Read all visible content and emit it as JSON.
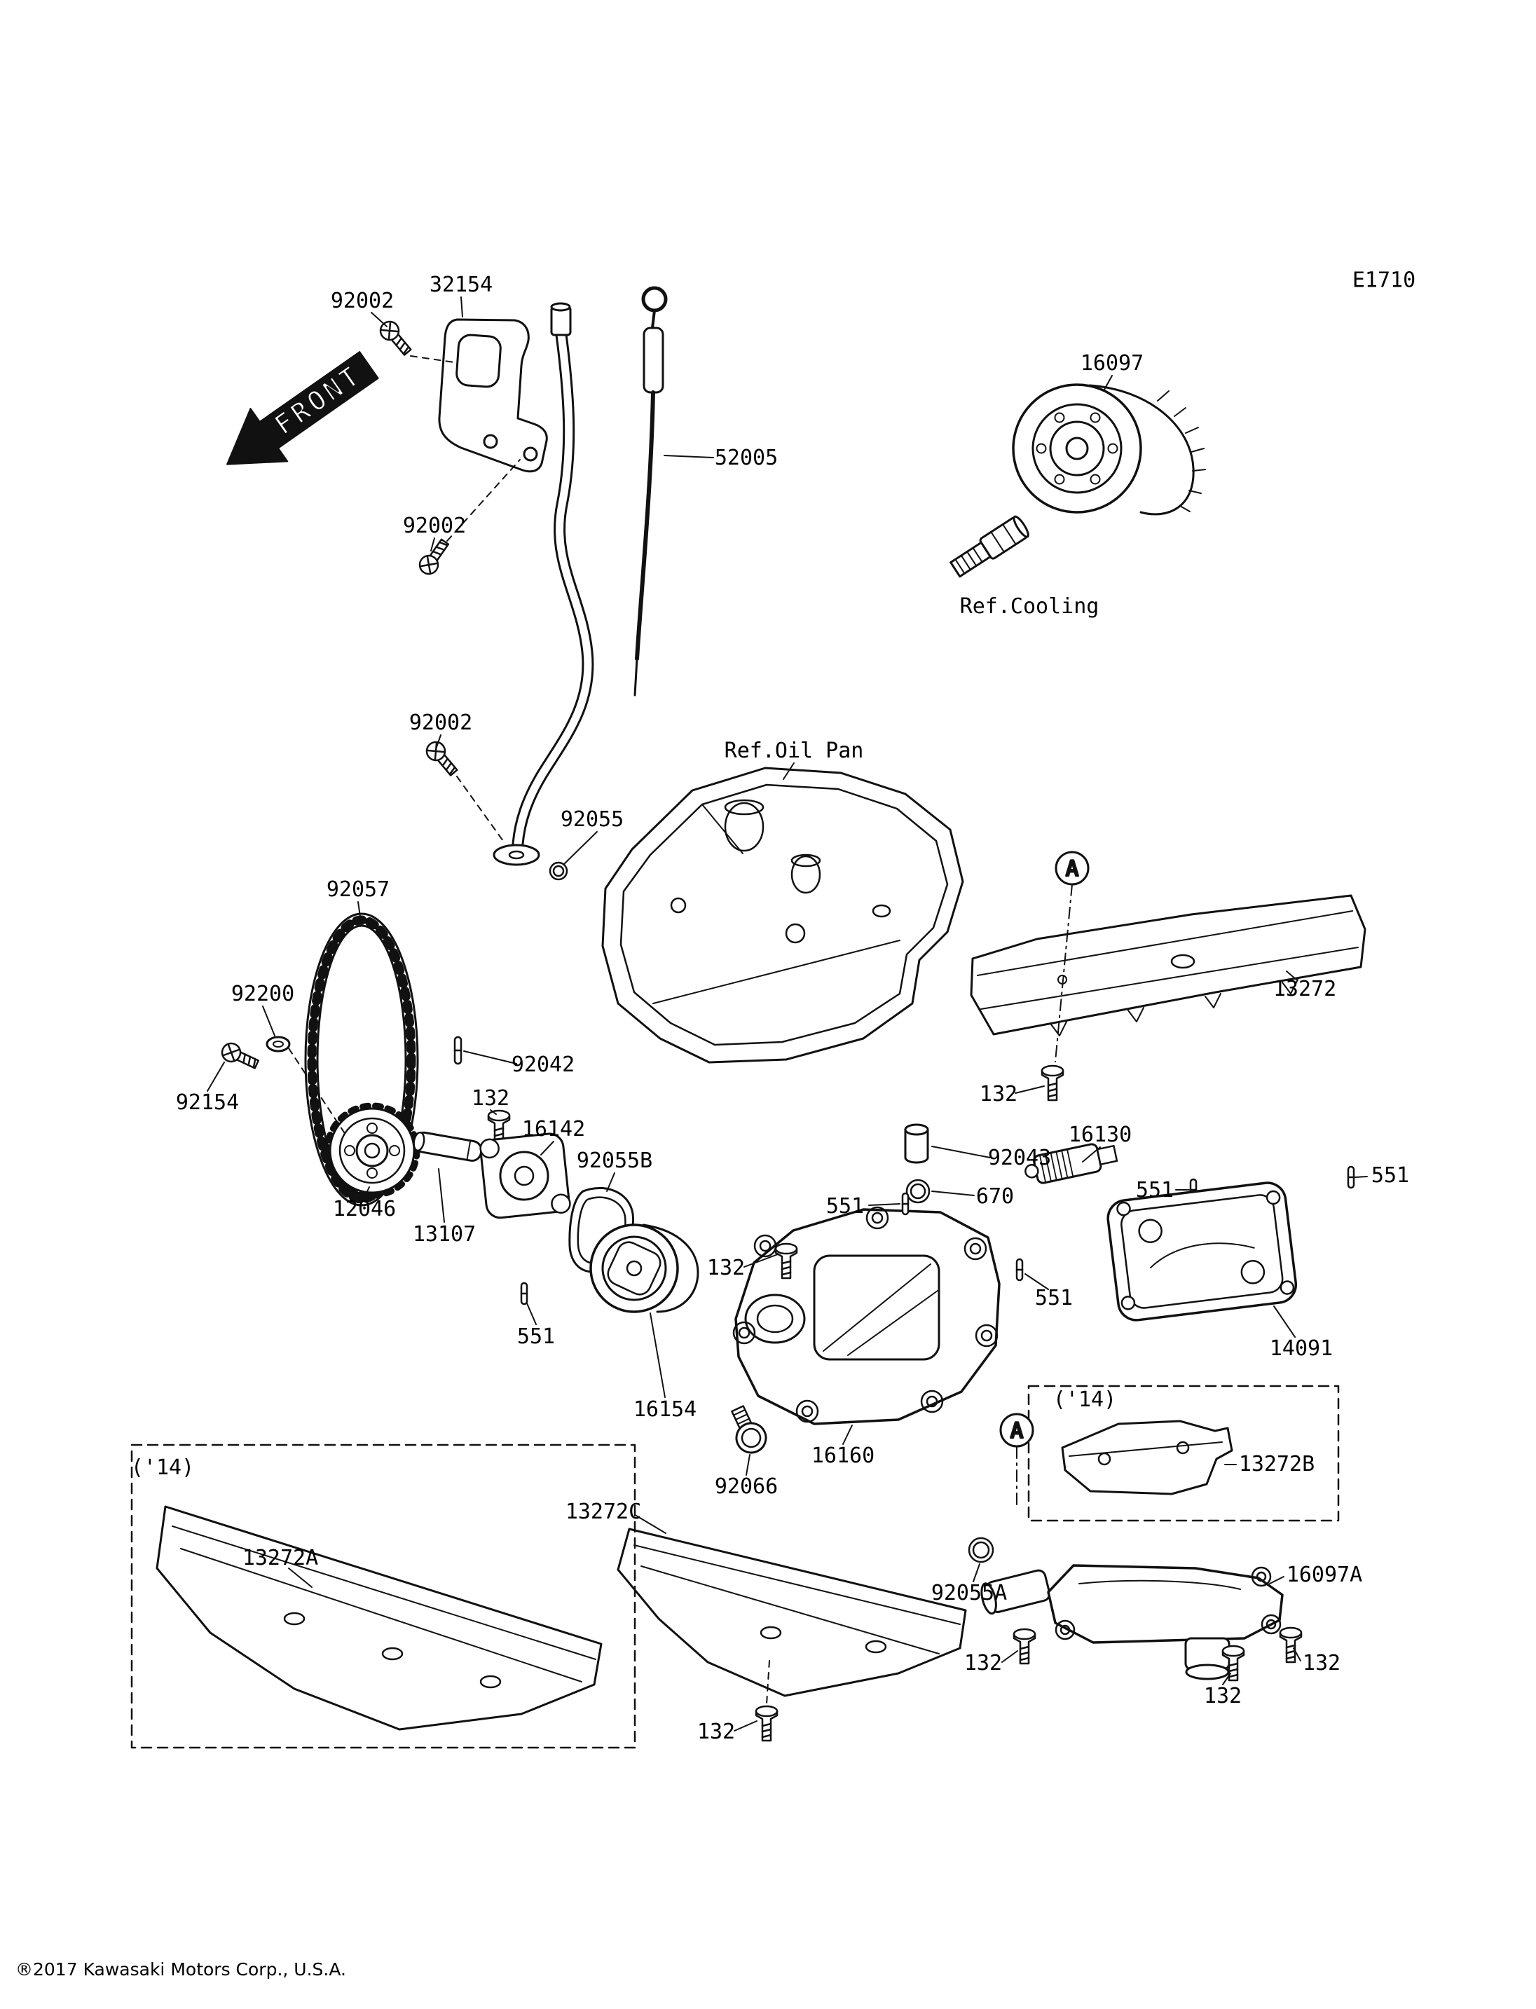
{
  "page": {
    "diagram_code": "E1710",
    "front_marker": "FRONT",
    "copyright": "®2017 Kawasaki Motors Corp., U.S.A.",
    "view_markers": [
      "A",
      "A"
    ]
  },
  "callouts": [
    {
      "text": "92002"
    },
    {
      "text": "32154"
    },
    {
      "text": "52005"
    },
    {
      "text": "16097"
    },
    {
      "text": "Ref.Cooling"
    },
    {
      "text": "92002"
    },
    {
      "text": "92002"
    },
    {
      "text": "Ref.Oil Pan"
    },
    {
      "text": "92055"
    },
    {
      "text": "92057"
    },
    {
      "text": "13272"
    },
    {
      "text": "92200"
    },
    {
      "text": "92154"
    },
    {
      "text": "92042"
    },
    {
      "text": "132"
    },
    {
      "text": "16142"
    },
    {
      "text": "92055B"
    },
    {
      "text": "132"
    },
    {
      "text": "16130"
    },
    {
      "text": "92043"
    },
    {
      "text": "670"
    },
    {
      "text": "551"
    },
    {
      "text": "551"
    },
    {
      "text": "551"
    },
    {
      "text": "12046"
    },
    {
      "text": "13107"
    },
    {
      "text": "132"
    },
    {
      "text": "551"
    },
    {
      "text": "14091"
    },
    {
      "text": "551"
    },
    {
      "text": "('14)"
    },
    {
      "text": "16154"
    },
    {
      "text": "13272B"
    },
    {
      "text": "16160"
    },
    {
      "text": "92066"
    },
    {
      "text": "13272C"
    },
    {
      "text": "('14)"
    },
    {
      "text": "13272A"
    },
    {
      "text": "92055A"
    },
    {
      "text": "16097A"
    },
    {
      "text": "132"
    },
    {
      "text": "132"
    },
    {
      "text": "132"
    },
    {
      "text": "132"
    }
  ]
}
